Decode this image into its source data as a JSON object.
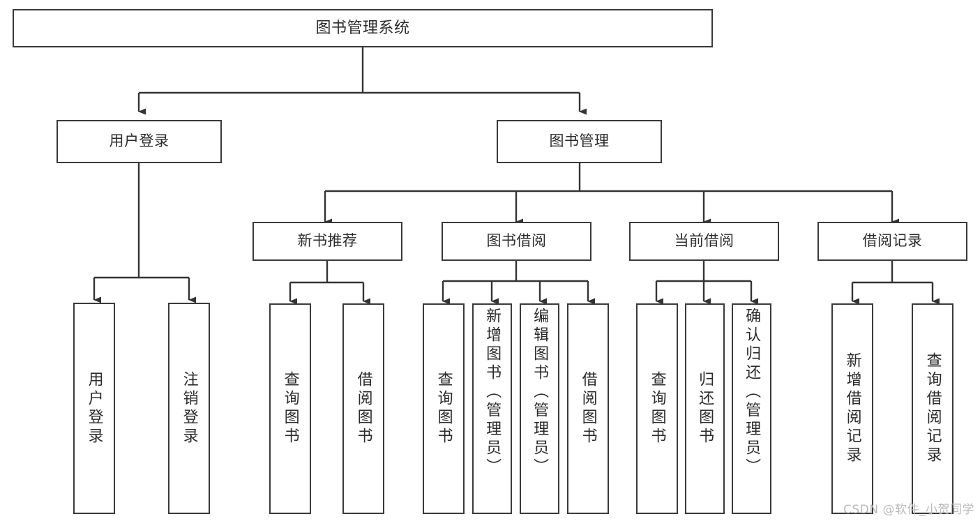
{
  "diagram": {
    "type": "tree",
    "title": "图书管理系统",
    "watermark": "CSDN @软件_小贺同学",
    "colors": {
      "stroke": "#3a3a3a",
      "fill": "#ffffff",
      "text": "#2b2b2b",
      "watermark": "#b9b9b9"
    },
    "nodes": {
      "root": {
        "label": "图书管理系统"
      },
      "level1": [
        {
          "id": "user-login",
          "label": "用户登录"
        },
        {
          "id": "book-manage",
          "label": "图书管理"
        }
      ],
      "level2": [
        {
          "id": "new-book-rec",
          "label": "新书推荐"
        },
        {
          "id": "book-borrow",
          "label": "图书借阅"
        },
        {
          "id": "current-borrow",
          "label": "当前借阅"
        },
        {
          "id": "borrow-record",
          "label": "借阅记录"
        }
      ],
      "leaves": {
        "user-login": [
          {
            "id": "leaf-user-login",
            "label": "用户登录"
          },
          {
            "id": "leaf-logout",
            "label": "注销登录"
          }
        ],
        "new-book-rec": [
          {
            "id": "leaf-query-book-1",
            "label": "查询图书"
          },
          {
            "id": "leaf-borrow-book-1",
            "label": "借阅图书"
          }
        ],
        "book-borrow": [
          {
            "id": "leaf-query-book-2",
            "label": "查询图书"
          },
          {
            "id": "leaf-add-book",
            "label": "新增图书（管理员）"
          },
          {
            "id": "leaf-edit-book",
            "label": "编辑图书（管理员）"
          },
          {
            "id": "leaf-borrow-book-2",
            "label": "借阅图书"
          }
        ],
        "current-borrow": [
          {
            "id": "leaf-query-book-3",
            "label": "查询图书"
          },
          {
            "id": "leaf-return-book",
            "label": "归还图书"
          },
          {
            "id": "leaf-confirm-return",
            "label": "确认归还（管理员）"
          }
        ],
        "borrow-record": [
          {
            "id": "leaf-add-record",
            "label": "新增借阅记录"
          },
          {
            "id": "leaf-query-record",
            "label": "查询借阅记录"
          }
        ]
      }
    }
  }
}
